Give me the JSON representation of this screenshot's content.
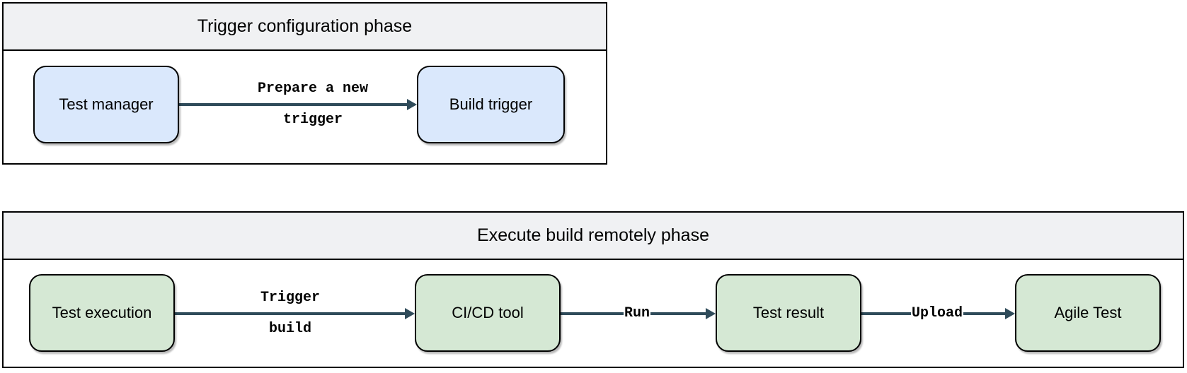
{
  "phases": [
    {
      "title": "Trigger configuration phase",
      "nodes": [
        {
          "label": "Test manager"
        },
        {
          "label": "Build trigger"
        }
      ],
      "edges": [
        {
          "lines": [
            "Prepare a new",
            "trigger"
          ]
        }
      ]
    },
    {
      "title": "Execute build remotely phase",
      "nodes": [
        {
          "label": "Test execution"
        },
        {
          "label": "CI/CD tool"
        },
        {
          "label": "Test result"
        },
        {
          "label": "Agile Test"
        }
      ],
      "edges": [
        {
          "lines": [
            "Trigger",
            "build"
          ]
        },
        {
          "lines": [
            "Run"
          ]
        },
        {
          "lines": [
            "Upload"
          ]
        }
      ]
    }
  ],
  "colors": {
    "canvas_bg": "#ffffff",
    "node_blue": "#dae8fc",
    "node_green": "#d5e8d4",
    "header_fill": "#f0f1f3",
    "arrow": "#2f4b5a",
    "node_border": "#000000",
    "container_border": "#000000",
    "label_text": "#000000",
    "edge_label_bg": "#ffffff"
  }
}
